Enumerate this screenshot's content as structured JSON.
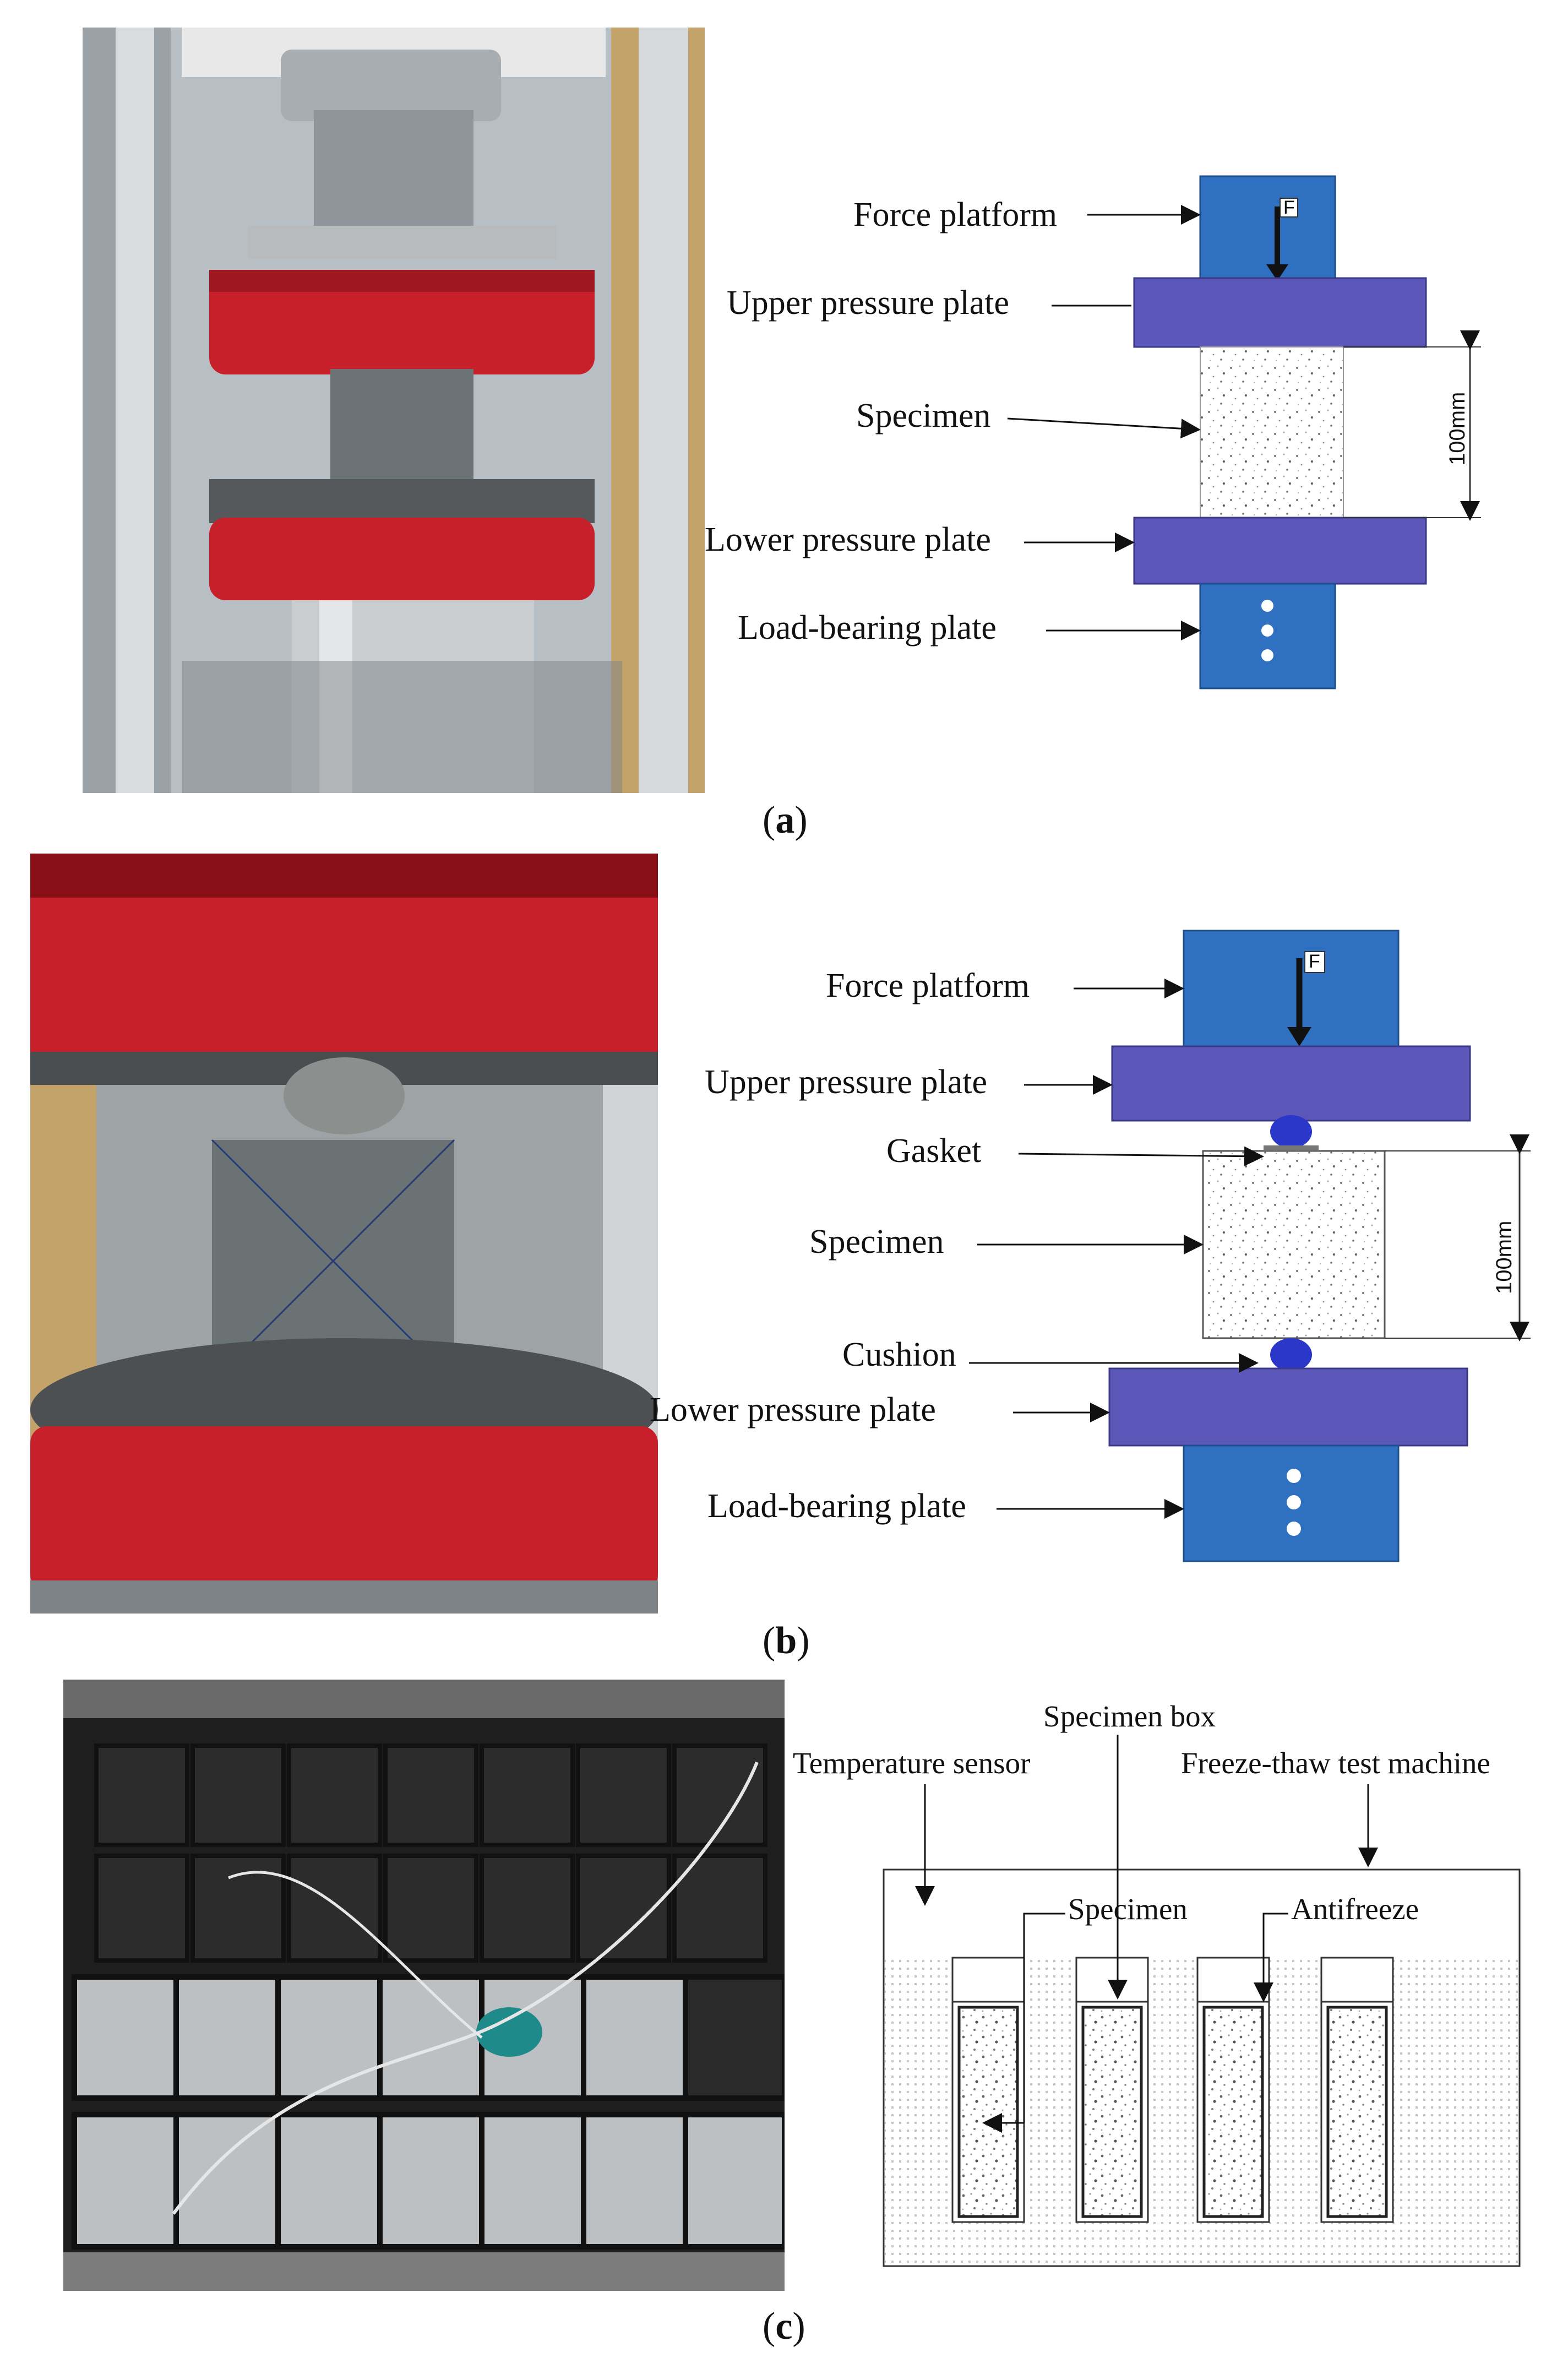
{
  "panel_a": {
    "caption_letter": "a",
    "labels": {
      "force_platform": "Force platform",
      "upper_pressure_plate": "Upper pressure plate",
      "specimen": "Specimen",
      "lower_pressure_plate": "Lower pressure plate",
      "load_bearing_plate": "Load-bearing plate",
      "force": "F",
      "dimension": "100mm"
    }
  },
  "panel_b": {
    "caption_letter": "b",
    "labels": {
      "force_platform": "Force platform",
      "upper_pressure_plate": "Upper pressure plate",
      "gasket": "Gasket",
      "specimen": "Specimen",
      "cushion": "Cushion",
      "lower_pressure_plate": "Lower pressure plate",
      "load_bearing_plate": "Load-bearing plate",
      "force": "F",
      "dimension": "100mm"
    }
  },
  "panel_c": {
    "caption_letter": "c",
    "labels": {
      "specimen_box": "Specimen box",
      "temperature_sensor": "Temperature sensor",
      "freeze_thaw_machine": "Freeze-thaw test machine",
      "specimen": "Specimen",
      "antifreeze": "Antifreeze"
    }
  },
  "colors": {
    "platform_blue": "#2f71c0",
    "plate_purple": "#5b57b8",
    "gasket_blue": "#2a37c9",
    "machine_red": "#c8202a"
  }
}
